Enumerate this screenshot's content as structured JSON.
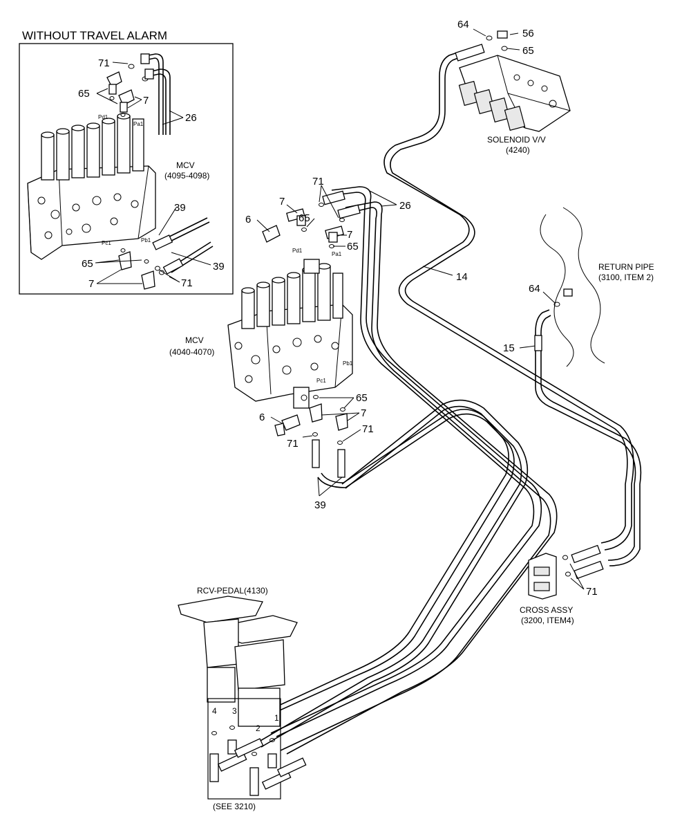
{
  "inset": {
    "title": "WITHOUT TRAVEL ALARM",
    "mcv_label": "MCV",
    "mcv_range": "(4095-4098)",
    "ports": {
      "pd1": "Pd1",
      "pa1": "Pa1",
      "pc1": "Pc1",
      "pb1": "Pb1"
    },
    "callouts": {
      "c71a": "71",
      "c65a": "65",
      "c7a": "7",
      "c26": "26",
      "c39a": "39",
      "c39b": "39",
      "c65b": "65",
      "c7b": "7",
      "c71b": "71"
    }
  },
  "main": {
    "mcv_label": "MCV",
    "mcv_range": "(4040-4070)",
    "ports": {
      "pd1": "Pd1",
      "pa1": "Pa1",
      "pc1": "Pc1",
      "pb1": "Pb1"
    },
    "callouts": {
      "c71top": "71",
      "c7top": "7",
      "c6top": "6",
      "c65top": "65",
      "c26": "26",
      "c7mid": "7",
      "c65mid": "65",
      "c14": "14",
      "c64sol": "64",
      "c56": "56",
      "c65sol": "65",
      "c64ret": "64",
      "c15": "15",
      "c65low": "65",
      "c6low": "6",
      "c7low": "7",
      "c71low": "71",
      "c71low2": "71",
      "c39": "39",
      "c71cross": "71"
    },
    "solenoid": {
      "name": "SOLENOID V/V",
      "ref": "(4240)"
    },
    "return_pipe": {
      "name": "RETURN PIPE",
      "ref": "(3100, ITEM 2)"
    },
    "cross": {
      "name": "CROSS ASSY",
      "ref": "(3200, ITEM4)"
    },
    "pedal": {
      "name": "RCV-PEDAL(4130)",
      "ref": "(SEE 3210)",
      "ports": [
        "4",
        "3",
        "2",
        "1"
      ]
    }
  }
}
